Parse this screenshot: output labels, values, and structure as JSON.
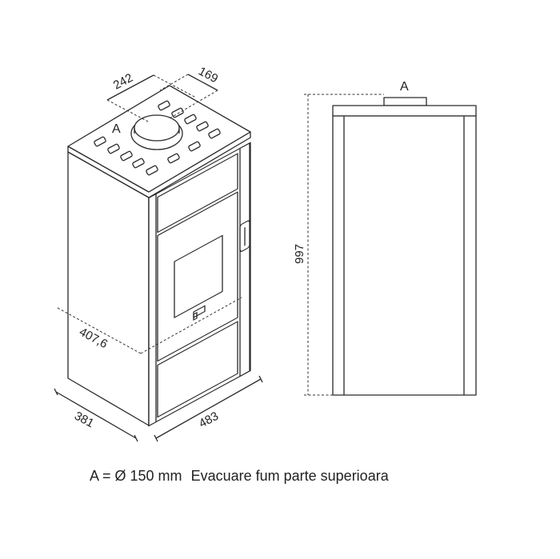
{
  "iso_view": {
    "dimensions": {
      "top_left": "242",
      "top_right": "169",
      "depth_mid": "407,6",
      "depth": "381",
      "width": "483"
    },
    "flue_label": "A"
  },
  "side_view": {
    "height": "997",
    "flue_label": "A"
  },
  "caption": {
    "code": "A = Ø 150 mm",
    "description": "Evacuare fum parte superioara"
  }
}
